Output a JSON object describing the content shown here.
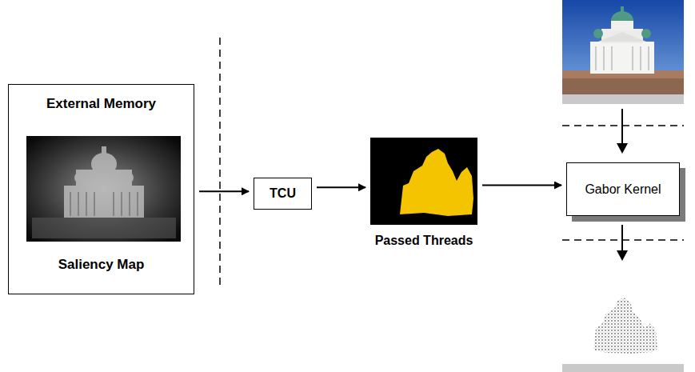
{
  "diagram": {
    "nodes": [
      {
        "text": [
          "External Memory",
          "Saliency Map"
        ]
      },
      {
        "text": [
          "TCU"
        ]
      },
      {
        "text": [
          "Passed Threads"
        ]
      },
      {
        "text": [
          "Gabor Kernel"
        ]
      }
    ],
    "edges": [
      {
        "from": 0,
        "to": 1,
        "arrow": "to"
      },
      {
        "from": 1,
        "to": 2,
        "arrow": "to"
      },
      {
        "from": 2,
        "to": 3,
        "arrow": "to"
      }
    ]
  }
}
